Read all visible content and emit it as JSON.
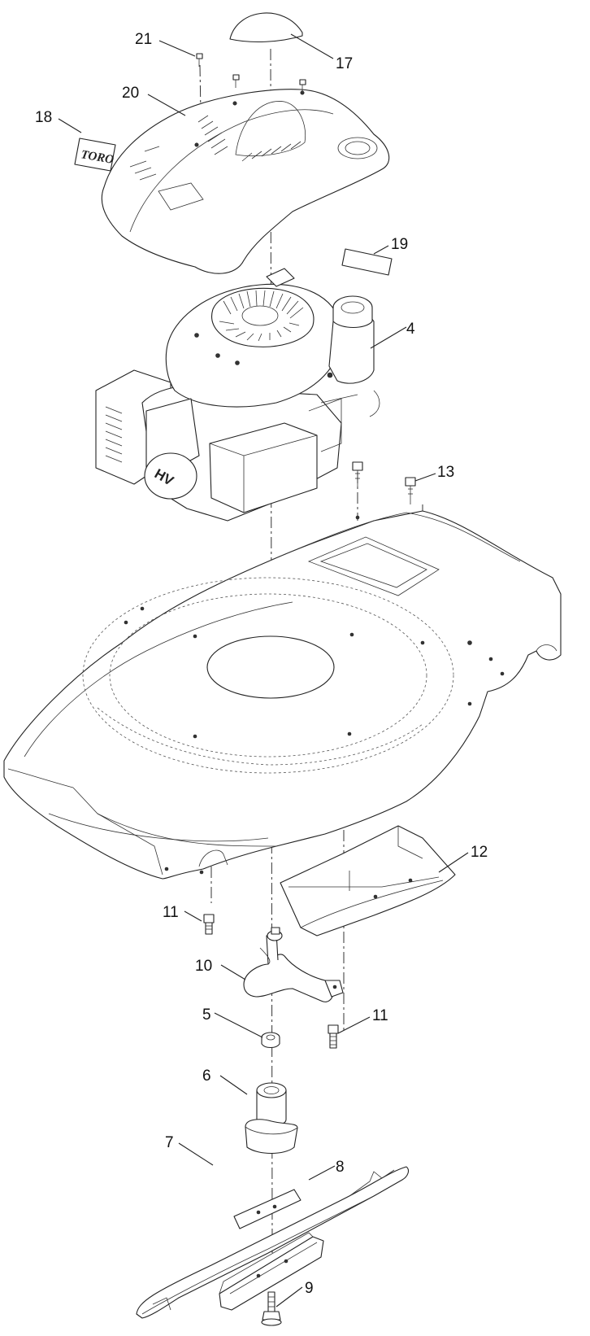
{
  "callouts": {
    "c4": "4",
    "c5": "5",
    "c6": "6",
    "c7": "7",
    "c8": "8",
    "c9": "9",
    "c10": "10",
    "c11a": "11",
    "c11b": "11",
    "c12": "12",
    "c13": "13",
    "c17": "17",
    "c18": "18",
    "c19": "19",
    "c20": "20",
    "c21": "21"
  },
  "decal_text": "TORO",
  "engine_text": "HV"
}
